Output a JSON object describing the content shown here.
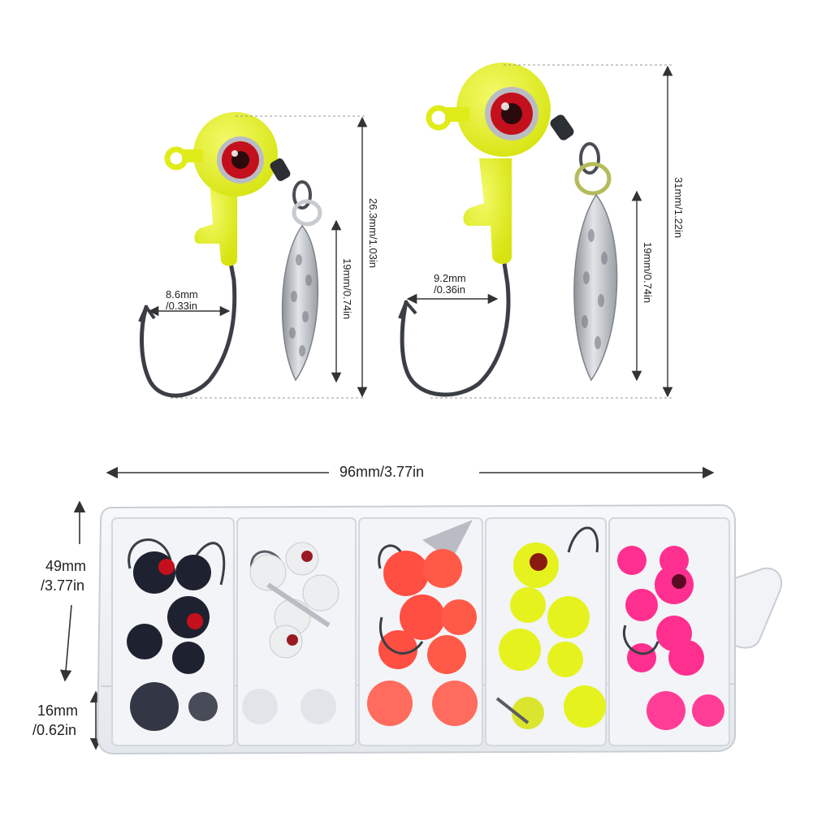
{
  "colors": {
    "chartreuse": "#e6f21e",
    "black_jig": "#1e2130",
    "white_jig": "#eceef0",
    "orange_jig": "#ff4e42",
    "pink_jig": "#ff2f8f",
    "eye_red": "#c4101c",
    "hook_metal": "#3b3f45",
    "blade_silver": "#b9bdc3",
    "box_plastic": "#eef1f4",
    "dimension_line": "#333333"
  },
  "small_jig": {
    "hook_gap": {
      "mm": "8.6mm",
      "in": "/0.33in"
    },
    "total_length": "26.3mm/1.03in",
    "blade_length": "19mm/0.74in"
  },
  "large_jig": {
    "hook_gap": {
      "mm": "9.2mm",
      "in": "/0.36in"
    },
    "total_length": "31mm/1.22in",
    "blade_length": "19mm/0.74in"
  },
  "box": {
    "width": "96mm/3.77in",
    "height": {
      "mm": "49mm",
      "in": "/3.77in"
    },
    "depth": {
      "mm": "16mm",
      "in": "/0.62in"
    },
    "compartments": [
      "black",
      "white",
      "orange",
      "chartreuse",
      "pink"
    ]
  }
}
